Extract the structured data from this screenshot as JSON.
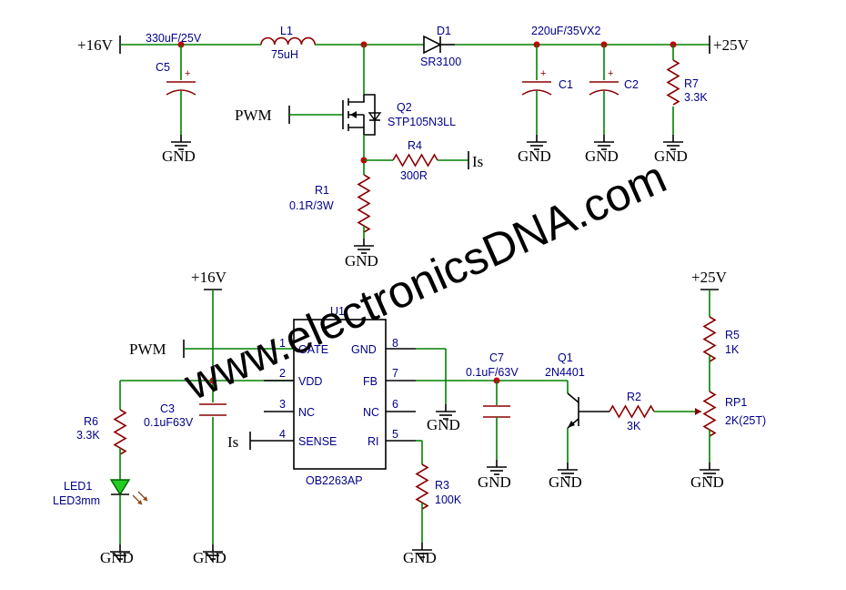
{
  "watermark": "www.electronicsDNA.com",
  "nets": {
    "vin": "+16V",
    "vout": "+25V",
    "gnd": "GND",
    "pwm": "PWM",
    "is": "Is"
  },
  "boost_stage": {
    "c5": {
      "ref": "C5",
      "value": "330uF/25V"
    },
    "l1": {
      "ref": "L1",
      "value": "75uH"
    },
    "d1": {
      "ref": "D1",
      "value": "SR3100"
    },
    "c1": {
      "ref": "C1"
    },
    "c2": {
      "ref": "C2"
    },
    "c1c2_value": "220uF/35VX2",
    "r7": {
      "ref": "R7",
      "value": "3.3K"
    },
    "q2": {
      "ref": "Q2",
      "value": "STP105N3LL"
    },
    "r4": {
      "ref": "R4",
      "value": "300R"
    },
    "r1": {
      "ref": "R1",
      "value": "0.1R/3W"
    }
  },
  "controller": {
    "u1": {
      "ref": "U1",
      "part": "OB2263AP"
    },
    "pins": [
      {
        "num": "1",
        "name": "GATE"
      },
      {
        "num": "2",
        "name": "VDD"
      },
      {
        "num": "3",
        "name": "NC"
      },
      {
        "num": "4",
        "name": "SENSE"
      },
      {
        "num": "8",
        "name": "GND"
      },
      {
        "num": "7",
        "name": "FB"
      },
      {
        "num": "6",
        "name": "NC"
      },
      {
        "num": "5",
        "name": "RI"
      }
    ],
    "r6": {
      "ref": "R6",
      "value": "3.3K"
    },
    "led1": {
      "ref": "LED1",
      "value": "LED3mm"
    },
    "c3": {
      "ref": "C3",
      "value": "0.1uF63V"
    },
    "r3": {
      "ref": "R3",
      "value": "100K"
    },
    "c7": {
      "ref": "C7",
      "value": "0.1uF/63V"
    },
    "q1": {
      "ref": "Q1",
      "value": "2N4401"
    },
    "r2": {
      "ref": "R2",
      "value": "3K"
    },
    "r5": {
      "ref": "R5",
      "value": "1K"
    },
    "rp1": {
      "ref": "RP1",
      "value": "2K(25T)"
    }
  },
  "colors": {
    "wire": "#008000",
    "component": "#8b0000",
    "junction": "#c00000",
    "label": "#00008b",
    "led": "#22cc22"
  }
}
